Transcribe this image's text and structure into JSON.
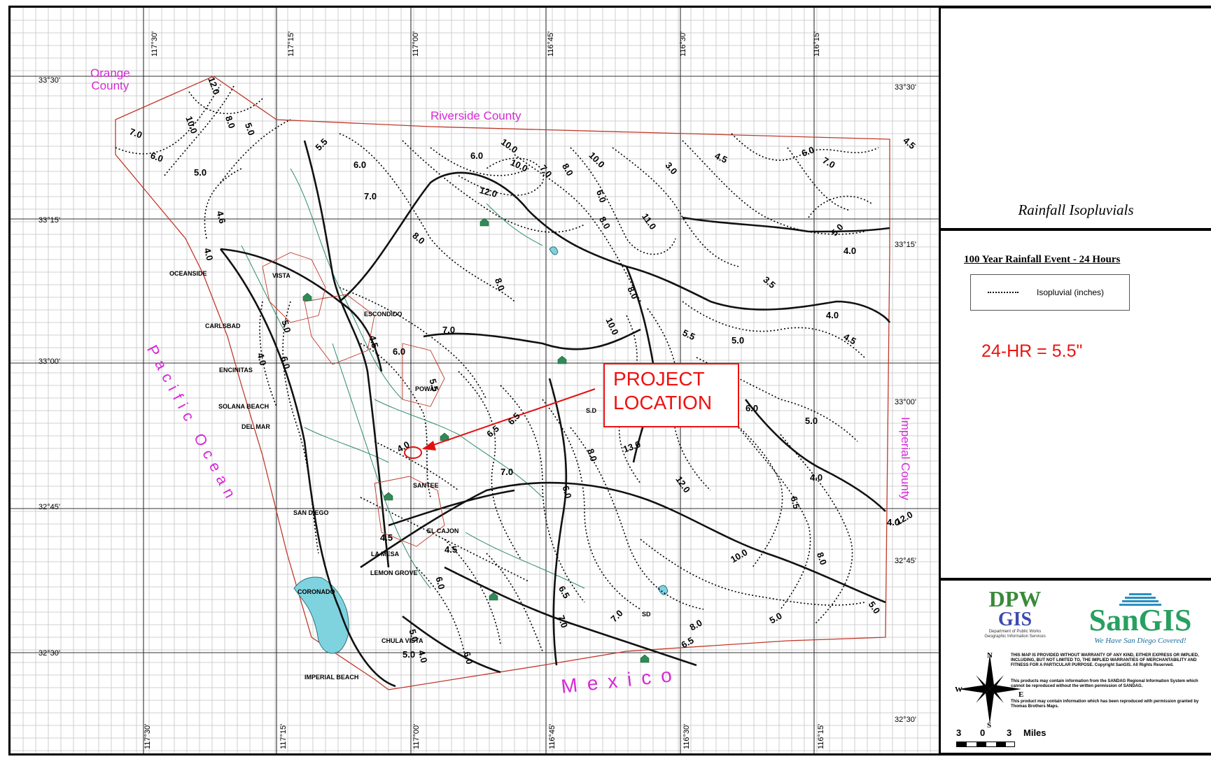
{
  "map": {
    "region_labels": {
      "orange_county": "Orange\nCounty",
      "riverside_county": "Riverside County",
      "imperial_county": "Imperial County",
      "pacific_ocean": "Pacific Ocean",
      "mexico": "Mexico"
    },
    "lat_labels": [
      "33°30'",
      "33°15'",
      "33°00'",
      "32°45'",
      "32°30'"
    ],
    "lon_labels": [
      "117°30'",
      "117°15'",
      "117°00'",
      "116°45'",
      "116°30'",
      "116°15'"
    ],
    "cities": [
      "OCEANSIDE",
      "CARLSBAD",
      "ENCINITAS",
      "SOLANA BEACH",
      "DEL MAR",
      "SAN DIEGO",
      "CORONADO",
      "IMPERIAL BEACH",
      "ESCONDIDO",
      "POWAY",
      "SANTEE",
      "LA MESA",
      "EL CAJON",
      "LEMON GROVE",
      "CHULA VISTA",
      "VISTA",
      "S.D",
      "SD"
    ],
    "isopluvial_labels": [
      "12.0",
      "10.0",
      "8.0",
      "5.0",
      "7.0",
      "6.0",
      "5.0",
      "4.6",
      "4.0",
      "5.5",
      "6.0",
      "7.0",
      "8.0",
      "6.0",
      "10.0",
      "12.0",
      "7.0",
      "10.0",
      "8.0",
      "6.0",
      "10.0",
      "8.0",
      "3.0",
      "4.5",
      "6.0",
      "7.0",
      "4.5",
      "5.0",
      "4.0",
      "11.0",
      "3.5",
      "8.0",
      "10.0",
      "7.0",
      "8.0",
      "5.5",
      "5.0",
      "4.0",
      "4.5",
      "6.5",
      "5.0",
      "6.0",
      "6.5",
      "5.0",
      "6.0",
      "4.0",
      "4.5",
      "6.0",
      "5.5",
      "4.0",
      "12.0",
      "13.0",
      "8.0",
      "6.5",
      "7.0",
      "6.0",
      "12.0",
      "10.0",
      "8.0",
      "5.0",
      "5.0",
      "8.0",
      "6.5",
      "7.0",
      "6.5",
      "7.0",
      "4.0",
      "6.0",
      "5.0",
      "4.5",
      "6.0",
      "4.0",
      "5.0",
      "4.5",
      "4.0"
    ],
    "project_label": "PROJECT\nLOCATION"
  },
  "panel": {
    "title": "Rainfall Isopluvials",
    "event_title": "100 Year Rainfall Event - 24 Hours",
    "legend_label": "Isopluvial (inches)",
    "rain_value": "24-HR = 5.5\"",
    "dpw_line1": "DPW",
    "dpw_line2": "GIS",
    "dpw_sub": "Department of Public Works\nGeographic Information Services",
    "sangis": "SanGIS",
    "sangis_tagline": "We Have San Diego Covered!",
    "compass": {
      "n": "N",
      "s": "S",
      "e": "E",
      "w": "W"
    },
    "disclaimer1": "THIS MAP IS PROVIDED WITHOUT WARRANTY OF ANY KIND, EITHER EXPRESS OR IMPLIED, INCLUDING, BUT NOT LIMITED TO, THE IMPLIED WARRANTIES OF MERCHANTABILITY AND FITNESS FOR A PARTICULAR PURPOSE. Copyright SanGIS. All Rights Reserved.",
    "disclaimer2": "This products may contain information from the SANDAG Regional Information System which cannot be reproduced without the written permission of SANDAG.",
    "disclaimer3": "This product may contain information which has been reproduced with permission granted by Thomas Brothers Maps.",
    "scale": {
      "a": "3",
      "b": "0",
      "c": "3",
      "unit": "Miles"
    }
  },
  "colors": {
    "project_red": "#e11111",
    "region_magenta": "#d62ad6",
    "water": "#7fd3df",
    "boundary_red": "#c0392b",
    "stream_green": "#2e8b6f"
  }
}
